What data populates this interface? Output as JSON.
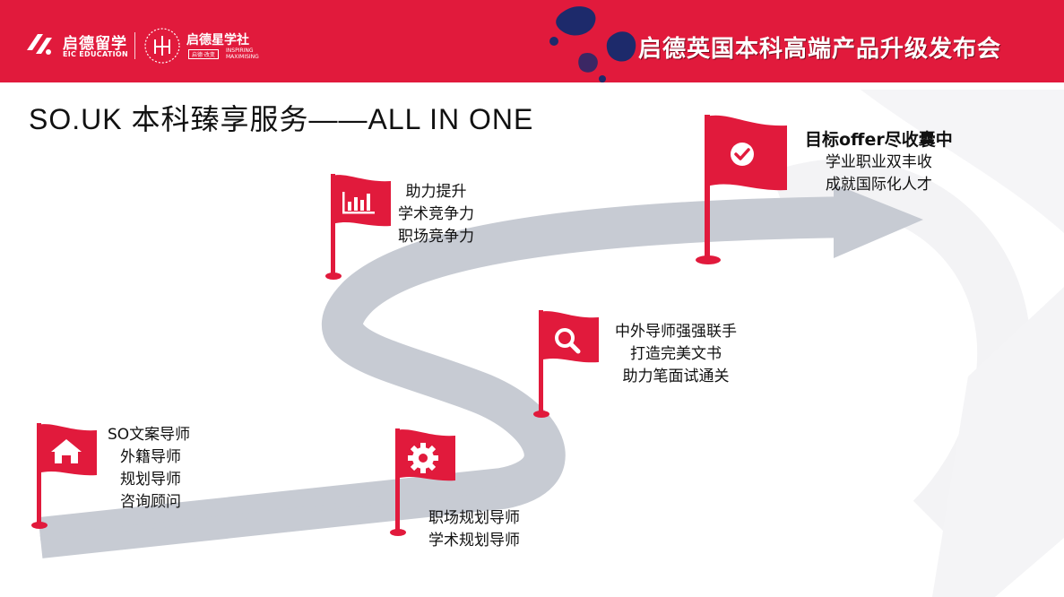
{
  "header": {
    "brand_cn": "启德留学",
    "brand_en": "EIC EDUCATION",
    "club_cn": "启德星学社",
    "club_tag": "启德·改变",
    "club_en": [
      "INSPIRING",
      "MAXIMISING"
    ],
    "banner_title": "启德英国本科高端产品升级发布会",
    "brand_color": "#e11a3c"
  },
  "page": {
    "title": "SO.UK  本科臻享服务——ALL  IN  ONE"
  },
  "milestones": [
    {
      "icon": "home-icon",
      "lines": [
        "SO文案导师",
        "外籍导师",
        "规划导师",
        "咨询顾问"
      ]
    },
    {
      "icon": "gear-icon",
      "lines": [
        "职场规划导师",
        "学术规划导师"
      ]
    },
    {
      "icon": "search-icon",
      "lines": [
        "中外导师强强联手",
        "打造完美文书",
        "助力笔面试通关"
      ]
    },
    {
      "icon": "bar-chart-icon",
      "lines": [
        "助力提升",
        "学术竞争力",
        "职场竞争力"
      ]
    },
    {
      "icon": "checkmark-icon",
      "heading": "目标offer尽收囊中",
      "lines": [
        "学业职业双丰收",
        "成就国际化人才"
      ]
    }
  ]
}
